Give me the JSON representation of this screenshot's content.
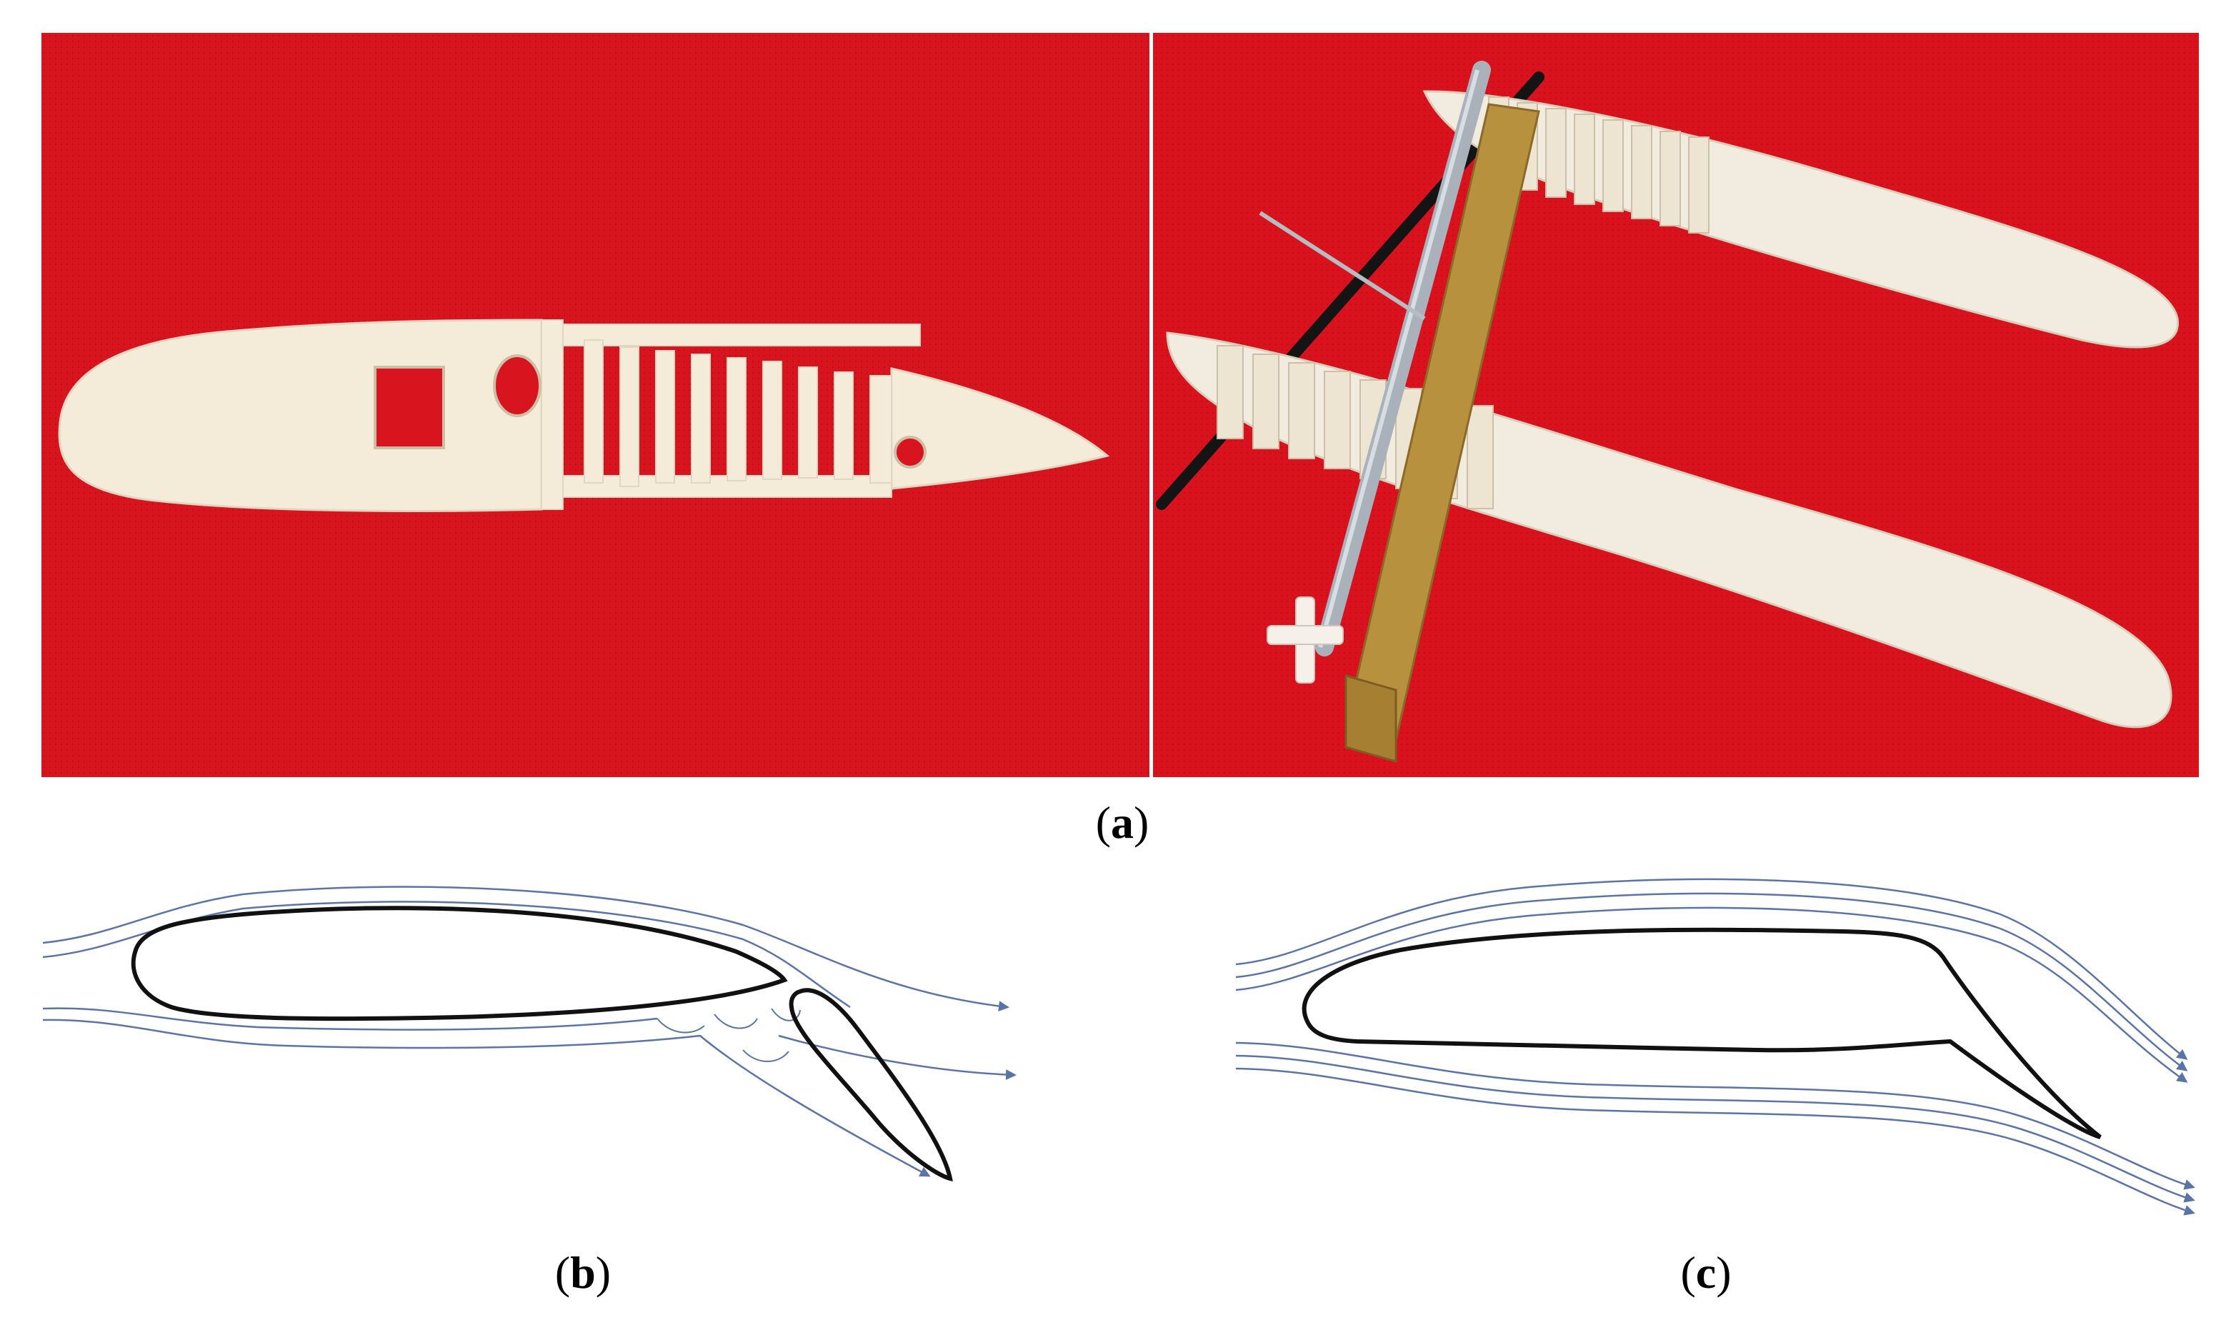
{
  "captions": {
    "a": "a",
    "b": "b",
    "c": "c"
  },
  "colors": {
    "background_red": "#d8141f",
    "printed_part": "#f4ebd9",
    "streamline": "#5b74a8",
    "airfoil_outline": "#111111",
    "wood": "#b8913f",
    "rod": "#a9b2ba"
  }
}
